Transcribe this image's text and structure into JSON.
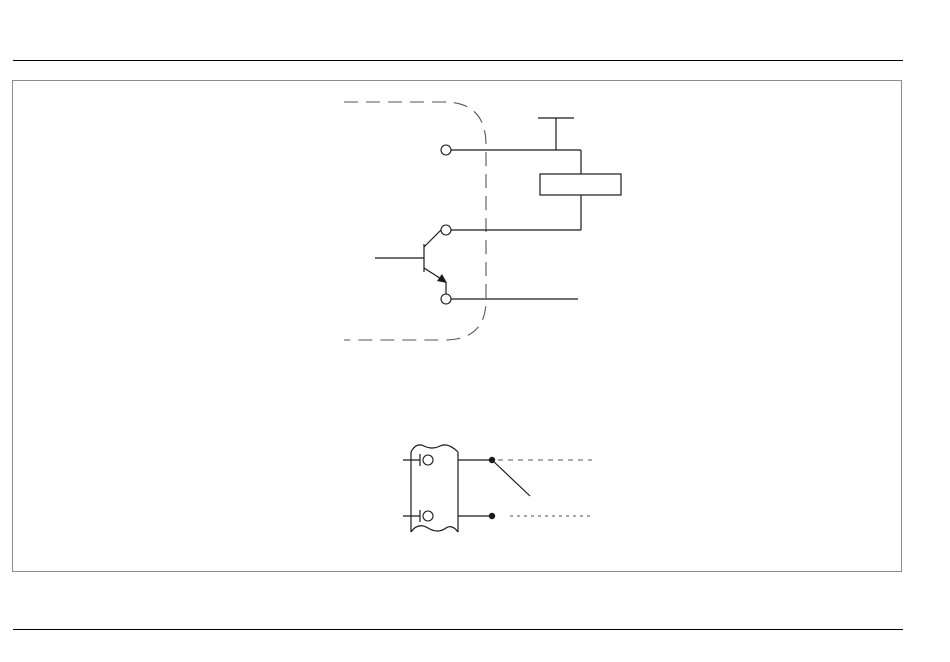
{
  "diagram": {
    "colors": {
      "line": "#1a1a1a",
      "dashed": "#555555",
      "frame": "#8c8c8c",
      "background": "#ffffff"
    },
    "upper_circuit": {
      "components": [
        "npn-transistor",
        "relay-coil",
        "supply-rail",
        "output-terminals",
        "device-boundary"
      ]
    },
    "lower_circuit": {
      "components": [
        "input-terminals",
        "switch-contact",
        "connection-nodes"
      ]
    }
  }
}
